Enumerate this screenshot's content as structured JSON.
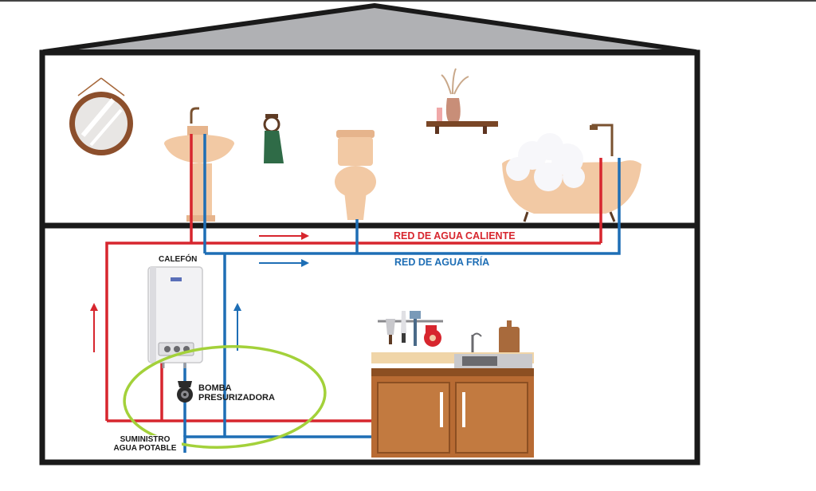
{
  "labels": {
    "hot_network": "RED DE AGUA CALIENTE",
    "cold_network": "RED DE AGUA FRÍA",
    "heater": "CALEFÓN",
    "pump_line1": "BOMBA",
    "pump_line2": "PRESURIZADORA",
    "supply_line1": "SUMINISTRO",
    "supply_line2": "AGUA POTABLE"
  },
  "colors": {
    "hot_pipe": "#d7262e",
    "cold_pipe": "#1e6eb5",
    "house_frame": "#1a1a1a",
    "roof": "#b0b1b4",
    "highlight_ellipse": "#a3d13a",
    "fixture": "#f2c9a4",
    "cabinet": "#b86b33"
  },
  "icons": [
    "mirror-icon",
    "sink-icon",
    "towel-icon",
    "toilet-icon",
    "shelf-vase-icon",
    "bathtub-icon",
    "water-heater-icon",
    "pump-icon",
    "kitchen-utensils-icon",
    "kitchen-cabinet-icon"
  ]
}
